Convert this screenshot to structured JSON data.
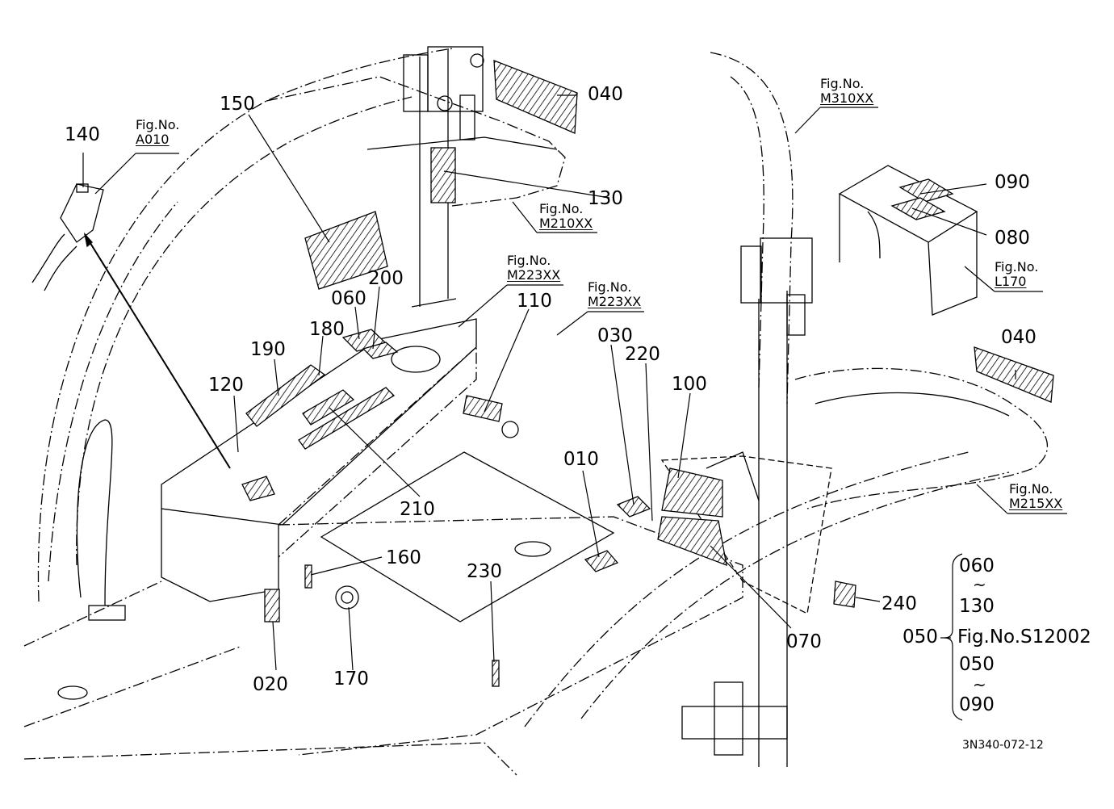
{
  "parts": [
    {
      "id": "p140",
      "label": "140"
    },
    {
      "id": "p150",
      "label": "150"
    },
    {
      "id": "p040a",
      "label": "040"
    },
    {
      "id": "p130",
      "label": "130"
    },
    {
      "id": "p090",
      "label": "090"
    },
    {
      "id": "p080",
      "label": "080"
    },
    {
      "id": "p200",
      "label": "200"
    },
    {
      "id": "p060",
      "label": "060"
    },
    {
      "id": "p110",
      "label": "110"
    },
    {
      "id": "p180",
      "label": "180"
    },
    {
      "id": "p190",
      "label": "190"
    },
    {
      "id": "p120",
      "label": "120"
    },
    {
      "id": "p030",
      "label": "030"
    },
    {
      "id": "p220",
      "label": "220"
    },
    {
      "id": "p100",
      "label": "100"
    },
    {
      "id": "p040b",
      "label": "040"
    },
    {
      "id": "p010",
      "label": "010"
    },
    {
      "id": "p210",
      "label": "210"
    },
    {
      "id": "p160",
      "label": "160"
    },
    {
      "id": "p230",
      "label": "230"
    },
    {
      "id": "p240",
      "label": "240"
    },
    {
      "id": "p070",
      "label": "070"
    },
    {
      "id": "p020",
      "label": "020"
    },
    {
      "id": "p170",
      "label": "170"
    }
  ],
  "fig_refs": [
    {
      "id": "A010",
      "caption": "Fig.No.",
      "number": "A010"
    },
    {
      "id": "M310XX",
      "caption": "Fig.No.",
      "number": "M310XX"
    },
    {
      "id": "M210XX",
      "caption": "Fig.No.",
      "number": "M210XX"
    },
    {
      "id": "M223XXa",
      "caption": "Fig.No.",
      "number": "M223XX"
    },
    {
      "id": "M223XXb",
      "caption": "Fig.No.",
      "number": "M223XX"
    },
    {
      "id": "L170",
      "caption": "Fig.No.",
      "number": "L170"
    },
    {
      "id": "M215XX",
      "caption": "Fig.No.",
      "number": "M215XX"
    }
  ],
  "kit_note": {
    "set_label": "050",
    "range1_from": "060",
    "range1_to": "130",
    "fig_ref": "Fig.No.S12002",
    "range2_from": "050",
    "range2_to": "090"
  },
  "drawing_code": "3N340-072-12"
}
